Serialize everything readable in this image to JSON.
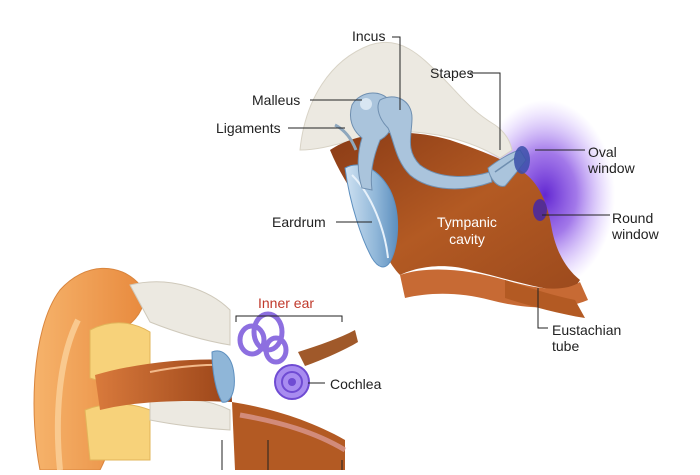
{
  "labels": {
    "incus": "Incus",
    "stapes": "Stapes",
    "malleus": "Malleus",
    "ligaments": "Ligaments",
    "oval_window": "Oval\nwindow",
    "eardrum": "Eardrum",
    "tympanic_cavity": "Tympanic\ncavity",
    "round_window": "Round\nwindow",
    "eustachian_tube": "Eustachian\ntube",
    "inner_ear": "Inner ear",
    "cochlea": "Cochlea"
  },
  "colors": {
    "cavity": "#a9501f",
    "bone": "#ece9e1",
    "ossicle": "#aac4dc",
    "membrane": "#8fb6d8",
    "purple_glow": "#7b3fe0",
    "skin": "#f4a35d",
    "inner_ear": "#8d6fe0",
    "label_red": "#c0392b"
  },
  "icons": [
    "leader-lines"
  ]
}
